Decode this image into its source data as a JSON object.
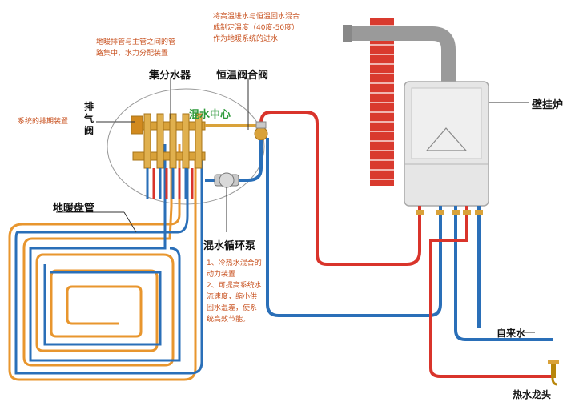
{
  "labels": {
    "manifold": "集分水器",
    "mixing_valve": "恒温阀合阀",
    "mixing_center": "混水中心",
    "exhaust": [
      "排",
      "气",
      "阀"
    ],
    "floor_coil": "地暖盘管",
    "pump": "混水循环泵",
    "boiler": "壁挂炉",
    "tap_water": "自来水",
    "hot_tap": "热水龙头"
  },
  "notes": {
    "manifold_note": [
      "地暖排管与主管之间的管",
      "路集中、水力分配装置"
    ],
    "valve_note": [
      "将高温进水与恒温回水混合",
      "成制定温度（40度-50度）",
      "作为地暖系统的进水"
    ],
    "exhaust_note": "系统的排期装置",
    "pump_note": [
      "1、冷热水混合的",
      "动力装置",
      "2、可提高系统水",
      "流速度，缩小供",
      "回水温差，使系",
      "统高效节能。"
    ]
  },
  "colors": {
    "hot_pipe": "#d9342b",
    "cold_pipe": "#2a6fb8",
    "floor_pipe": "#e8962e",
    "note_text": "#c8511f",
    "center_label": "#2e9a3a",
    "chimney": "#d93a2e",
    "boiler_body": "#e6e6e6"
  }
}
